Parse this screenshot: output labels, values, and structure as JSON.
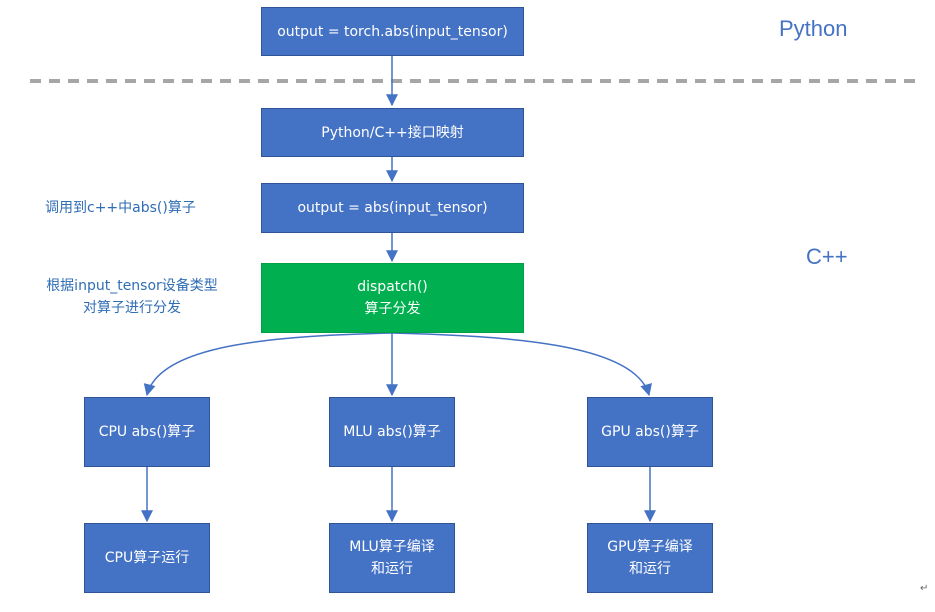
{
  "lanes": {
    "python_label": "Python",
    "cpp_label": "C++"
  },
  "nodes": {
    "torch_call": "output = torch.abs(input_tensor)",
    "interface_mapping": "Python/C++接口映射",
    "abs_call": "output = abs(input_tensor)",
    "dispatch_line1": "dispatch()",
    "dispatch_line2": "算子分发",
    "cpu_op": "CPU abs()算子",
    "mlu_op": "MLU abs()算子",
    "gpu_op": "GPU abs()算子",
    "cpu_run": "CPU算子运行",
    "mlu_run_line1": "MLU算子编译",
    "mlu_run_line2": "和运行",
    "gpu_run_line1": "GPU算子编译",
    "gpu_run_line2": "和运行"
  },
  "annotations": {
    "call_cpp_abs": "调用到c++中abs()算子",
    "dispatch_note_line1": "根据input_tensor设备类型",
    "dispatch_note_line2": "对算子进行分发"
  },
  "colors": {
    "box_blue": "#4472c4",
    "box_green": "#00b050",
    "text_blue": "#4472c4",
    "divider_gray": "#a6a6a6"
  },
  "icons": {
    "paragraph_mark": "↵"
  }
}
